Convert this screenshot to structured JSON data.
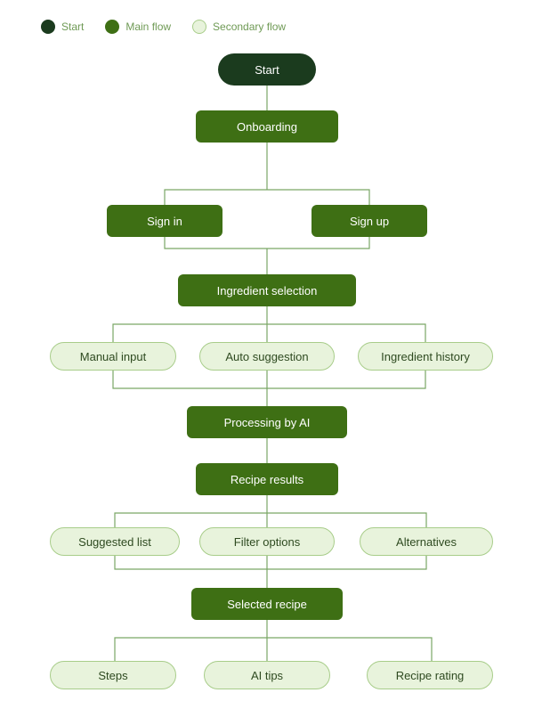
{
  "colors": {
    "start": "#1b3b1e",
    "main": "#3e6f14",
    "secondary_fill": "#e8f3dc",
    "secondary_border": "#a8cd8a",
    "line": "#7aa666",
    "text_light": "#ffffff",
    "text_dark": "#2e4a20",
    "legend_text": "#6f9a55"
  },
  "legend": [
    {
      "type": "start",
      "label": "Start"
    },
    {
      "type": "main",
      "label": "Main flow"
    },
    {
      "type": "secondary",
      "label": "Secondary flow"
    }
  ],
  "nodes": {
    "start": {
      "label": "Start",
      "type": "start"
    },
    "onboarding": {
      "label": "Onboarding",
      "type": "main"
    },
    "sign_in": {
      "label": "Sign in",
      "type": "main"
    },
    "sign_up": {
      "label": "Sign up",
      "type": "main"
    },
    "ingredient_selection": {
      "label": "Ingredient selection",
      "type": "main"
    },
    "manual_input": {
      "label": "Manual input",
      "type": "secondary"
    },
    "auto_suggestion": {
      "label": "Auto suggestion",
      "type": "secondary"
    },
    "ingredient_history": {
      "label": "Ingredient history",
      "type": "secondary"
    },
    "processing_ai": {
      "label": "Processing by AI",
      "type": "main"
    },
    "recipe_results": {
      "label": "Recipe results",
      "type": "main"
    },
    "suggested_list": {
      "label": "Suggested list",
      "type": "secondary"
    },
    "filter_options": {
      "label": "Filter options",
      "type": "secondary"
    },
    "alternatives": {
      "label": "Alternatives",
      "type": "secondary"
    },
    "selected_recipe": {
      "label": "Selected recipe",
      "type": "main"
    },
    "steps": {
      "label": "Steps",
      "type": "secondary"
    },
    "ai_tips": {
      "label": "AI tips",
      "type": "secondary"
    },
    "recipe_rating": {
      "label": "Recipe rating",
      "type": "secondary"
    }
  }
}
